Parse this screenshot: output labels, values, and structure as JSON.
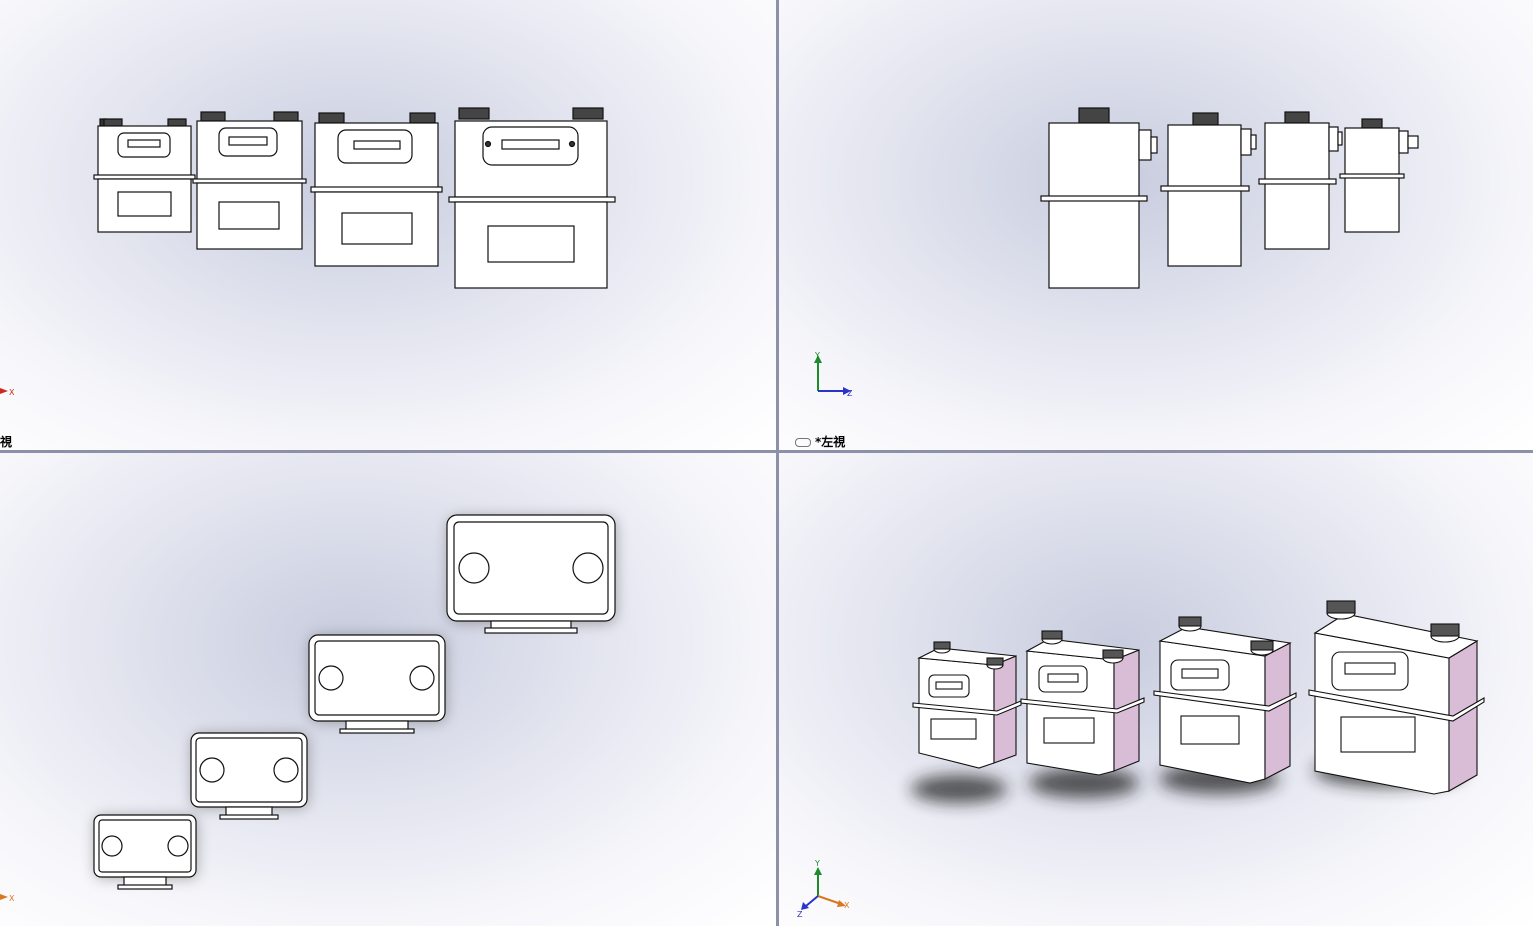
{
  "viewports": {
    "top_left": {
      "label": "視"
    },
    "top_right": {
      "label": "*左視"
    },
    "bottom_left": {
      "label": ""
    },
    "bottom_right": {
      "label": ""
    }
  },
  "triad": {
    "x": "X",
    "y": "Y",
    "z": "Z"
  },
  "colors": {
    "viewport_bg": "#e1e3ee",
    "splitter": "#8c90a8",
    "model_side": "#d9bcd6",
    "axis_x": "#cc2a1f",
    "axis_y": "#1f8a2a",
    "axis_z": "#2a34c8"
  }
}
